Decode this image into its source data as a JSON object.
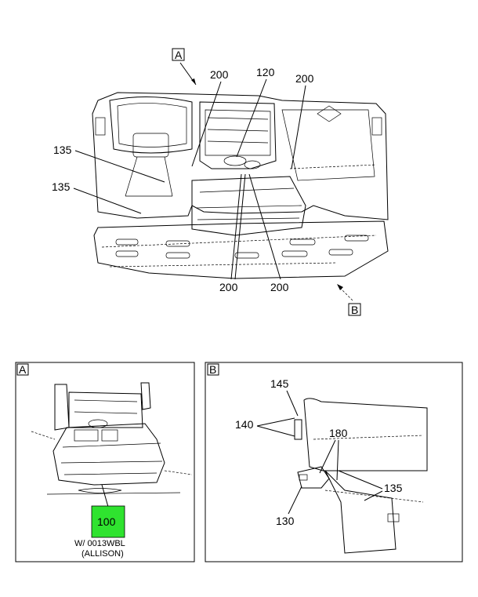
{
  "views": {
    "main": {
      "view_a_tag": "A",
      "view_b_tag": "B"
    },
    "detail_a": {
      "tag": "A",
      "highlight_callout": "100",
      "note_line1": "W/ 0013WBL",
      "note_line2": "(ALLISON)"
    },
    "detail_b": {
      "tag": "B"
    }
  },
  "callouts": {
    "main_200_a": "200",
    "main_120": "120",
    "main_200_b": "200",
    "main_135_a": "135",
    "main_135_b": "135",
    "main_200_c": "200",
    "main_200_d": "200",
    "b_145": "145",
    "b_140": "140",
    "b_180": "180",
    "b_135": "135",
    "b_130": "130"
  },
  "colors": {
    "highlight": "#2fe32f",
    "ink": "#000000",
    "background": "#ffffff"
  }
}
